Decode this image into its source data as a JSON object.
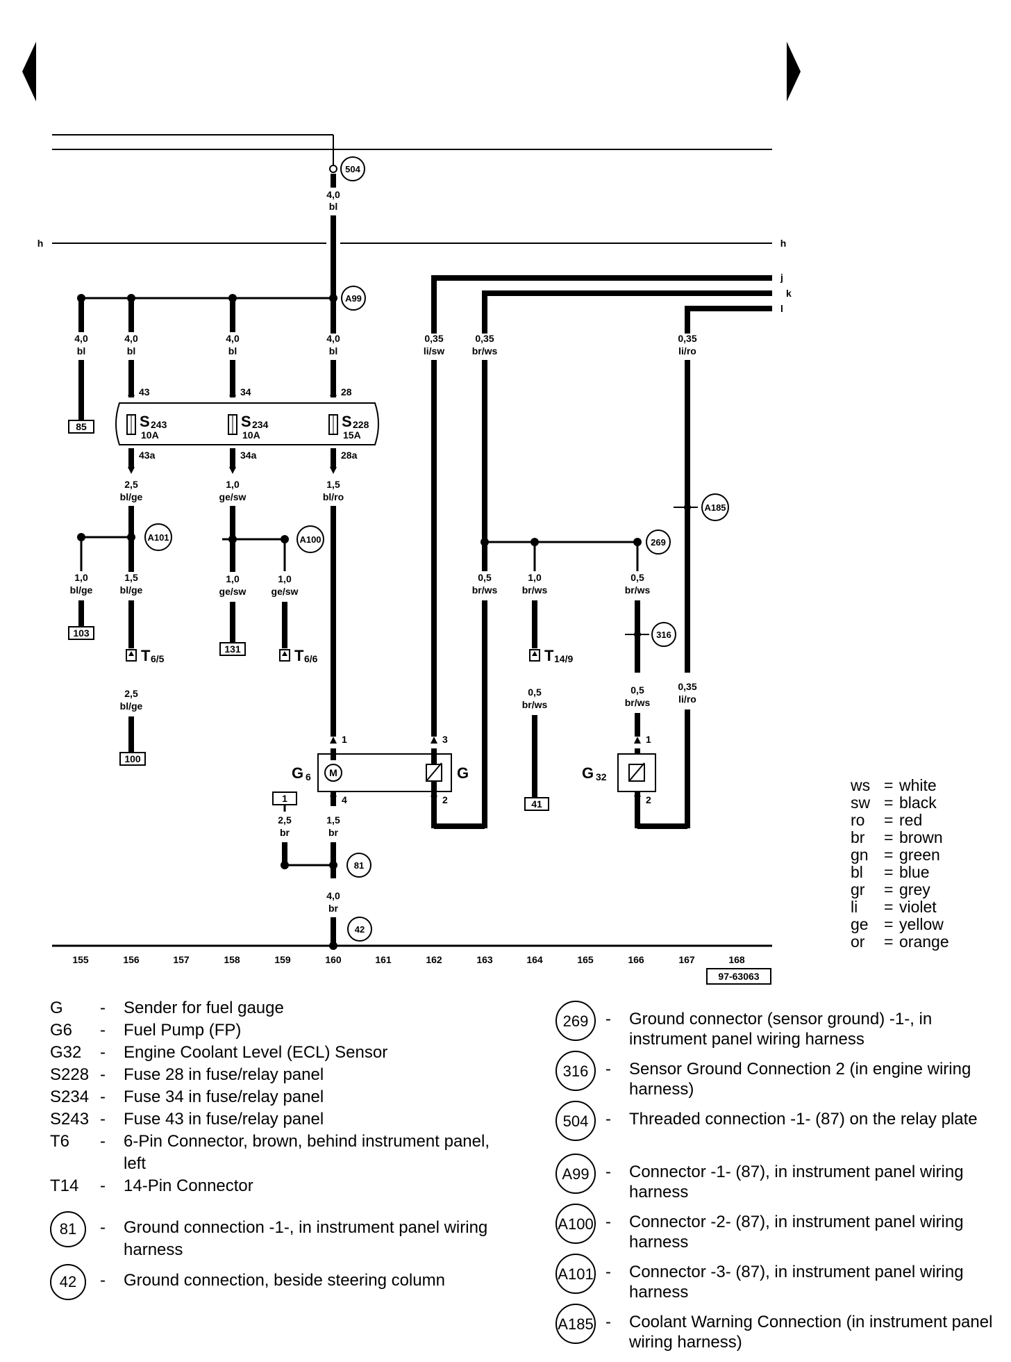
{
  "navigation": {
    "prev_icon": "left-triangle-icon",
    "next_icon": "right-triangle-icon"
  },
  "diagram": {
    "bus_labels": {
      "h": "h",
      "j": "j",
      "k": "k",
      "l": "l"
    },
    "wires": {
      "w504": {
        "gauge": "4,0",
        "color": "bl"
      },
      "w85": {
        "gauge": "4,0",
        "color": "bl"
      },
      "w243": {
        "gauge": "4,0",
        "color": "bl"
      },
      "w234": {
        "gauge": "4,0",
        "color": "bl"
      },
      "w228": {
        "gauge": "4,0",
        "color": "bl"
      },
      "wj": {
        "gauge": "0,35",
        "color": "li/sw"
      },
      "wk": {
        "gauge": "0,35",
        "color": "br/ws"
      },
      "wl": {
        "gauge": "0,35",
        "color": "li/ro"
      },
      "w43a": {
        "gauge": "2,5",
        "color": "bl/ge"
      },
      "w34a": {
        "gauge": "1,0",
        "color": "ge/sw"
      },
      "w28a": {
        "gauge": "1,5",
        "color": "bl/ro"
      },
      "w103": {
        "gauge": "1,0",
        "color": "bl/ge"
      },
      "w156b": {
        "gauge": "1,5",
        "color": "bl/ge"
      },
      "w131": {
        "gauge": "1,0",
        "color": "ge/sw"
      },
      "w159": {
        "gauge": "1,0",
        "color": "ge/sw"
      },
      "w163": {
        "gauge": "0,5",
        "color": "br/ws"
      },
      "w164a": {
        "gauge": "1,0",
        "color": "br/ws"
      },
      "w166a": {
        "gauge": "0,5",
        "color": "br/ws"
      },
      "w100": {
        "gauge": "2,5",
        "color": "bl/ge"
      },
      "w164b": {
        "gauge": "0,5",
        "color": "br/ws"
      },
      "w166b": {
        "gauge": "0,5",
        "color": "br/ws"
      },
      "w167b": {
        "gauge": "0,35",
        "color": "li/ro"
      },
      "w159g": {
        "gauge": "2,5",
        "color": "br"
      },
      "w160g": {
        "gauge": "1,5",
        "color": "br"
      },
      "w42": {
        "gauge": "4,0",
        "color": "br"
      }
    },
    "pins": {
      "p43": "43",
      "p34": "34",
      "p28": "28",
      "p43a": "43a",
      "p34a": "34a",
      "p28a": "28a",
      "g6_1": "1",
      "g6_4": "4",
      "g_3": "3",
      "g_2": "2",
      "g32_1": "1",
      "g32_2": "2"
    },
    "fuses": [
      {
        "name": "S",
        "sub": "243",
        "rating": "10A"
      },
      {
        "name": "S",
        "sub": "234",
        "rating": "10A"
      },
      {
        "name": "S",
        "sub": "228",
        "rating": "15A"
      }
    ],
    "connectors": {
      "t65": {
        "name": "T",
        "sub": "6/5"
      },
      "t66": {
        "name": "T",
        "sub": "6/6"
      },
      "t149": {
        "name": "T",
        "sub": "14/9"
      }
    },
    "components": {
      "g6": {
        "name": "G",
        "sub": "6"
      },
      "g": {
        "name": "G"
      },
      "g32": {
        "name": "G",
        "sub": "32"
      }
    },
    "boxes": {
      "b85": "85",
      "b103": "103",
      "b131": "131",
      "b100": "100",
      "b1": "1",
      "b41": "41"
    },
    "circles": {
      "c504": "504",
      "cA99": "A99",
      "cA101": "A101",
      "cA100": "A100",
      "c269": "269",
      "c316": "316",
      "cA185": "A185",
      "c81": "81",
      "c42": "42"
    },
    "columns": [
      "155",
      "156",
      "157",
      "158",
      "159",
      "160",
      "161",
      "162",
      "163",
      "164",
      "165",
      "166",
      "167",
      "168"
    ],
    "ref_code": "97-63063"
  },
  "color_key": [
    {
      "abbr": "ws",
      "name": "white"
    },
    {
      "abbr": "sw",
      "name": "black"
    },
    {
      "abbr": "ro",
      "name": "red"
    },
    {
      "abbr": "br",
      "name": "brown"
    },
    {
      "abbr": "gn",
      "name": "green"
    },
    {
      "abbr": "bl",
      "name": "blue"
    },
    {
      "abbr": "gr",
      "name": "grey"
    },
    {
      "abbr": "li",
      "name": "violet"
    },
    {
      "abbr": "ge",
      "name": "yellow"
    },
    {
      "abbr": "or",
      "name": "orange"
    }
  ],
  "legend_left": [
    {
      "code": "G",
      "text": "Sender for fuel gauge"
    },
    {
      "code": "G6",
      "text": "Fuel Pump (FP)"
    },
    {
      "code": "G32",
      "text": "Engine Coolant Level (ECL) Sensor"
    },
    {
      "code": "S228",
      "text": "Fuse 28 in fuse/relay panel"
    },
    {
      "code": "S234",
      "text": "Fuse 34 in fuse/relay panel"
    },
    {
      "code": "S243",
      "text": "Fuse 43 in fuse/relay panel"
    },
    {
      "code": "T6",
      "text": "6-Pin Connector, brown, behind instrument panel, left"
    },
    {
      "code": "T14",
      "text": "14-Pin Connector"
    }
  ],
  "legend_left_circles": [
    {
      "code": "81",
      "text": "Ground connection -1-, in instrument panel wiring harness"
    },
    {
      "code": "42",
      "text": "Ground connection, beside steering column"
    }
  ],
  "legend_right": [
    {
      "code": "269",
      "text": "Ground connector (sensor ground) -1-, in instrument panel wiring harness"
    },
    {
      "code": "316",
      "text": "Sensor Ground Connection 2 (in engine wiring harness)"
    },
    {
      "code": "504",
      "text": "Threaded connection -1- (87) on the relay plate"
    },
    {
      "code": "A99",
      "text": "Connector -1- (87), in instrument panel wiring harness"
    },
    {
      "code": "A100",
      "text": "Connector -2- (87), in instrument panel wiring harness"
    },
    {
      "code": "A101",
      "text": "Connector -3- (87), in instrument panel wiring harness"
    },
    {
      "code": "A185",
      "text": "Coolant Warning Connection (in instrument panel wiring harness)"
    }
  ],
  "legend_dash": "-",
  "color_key_eq": "="
}
